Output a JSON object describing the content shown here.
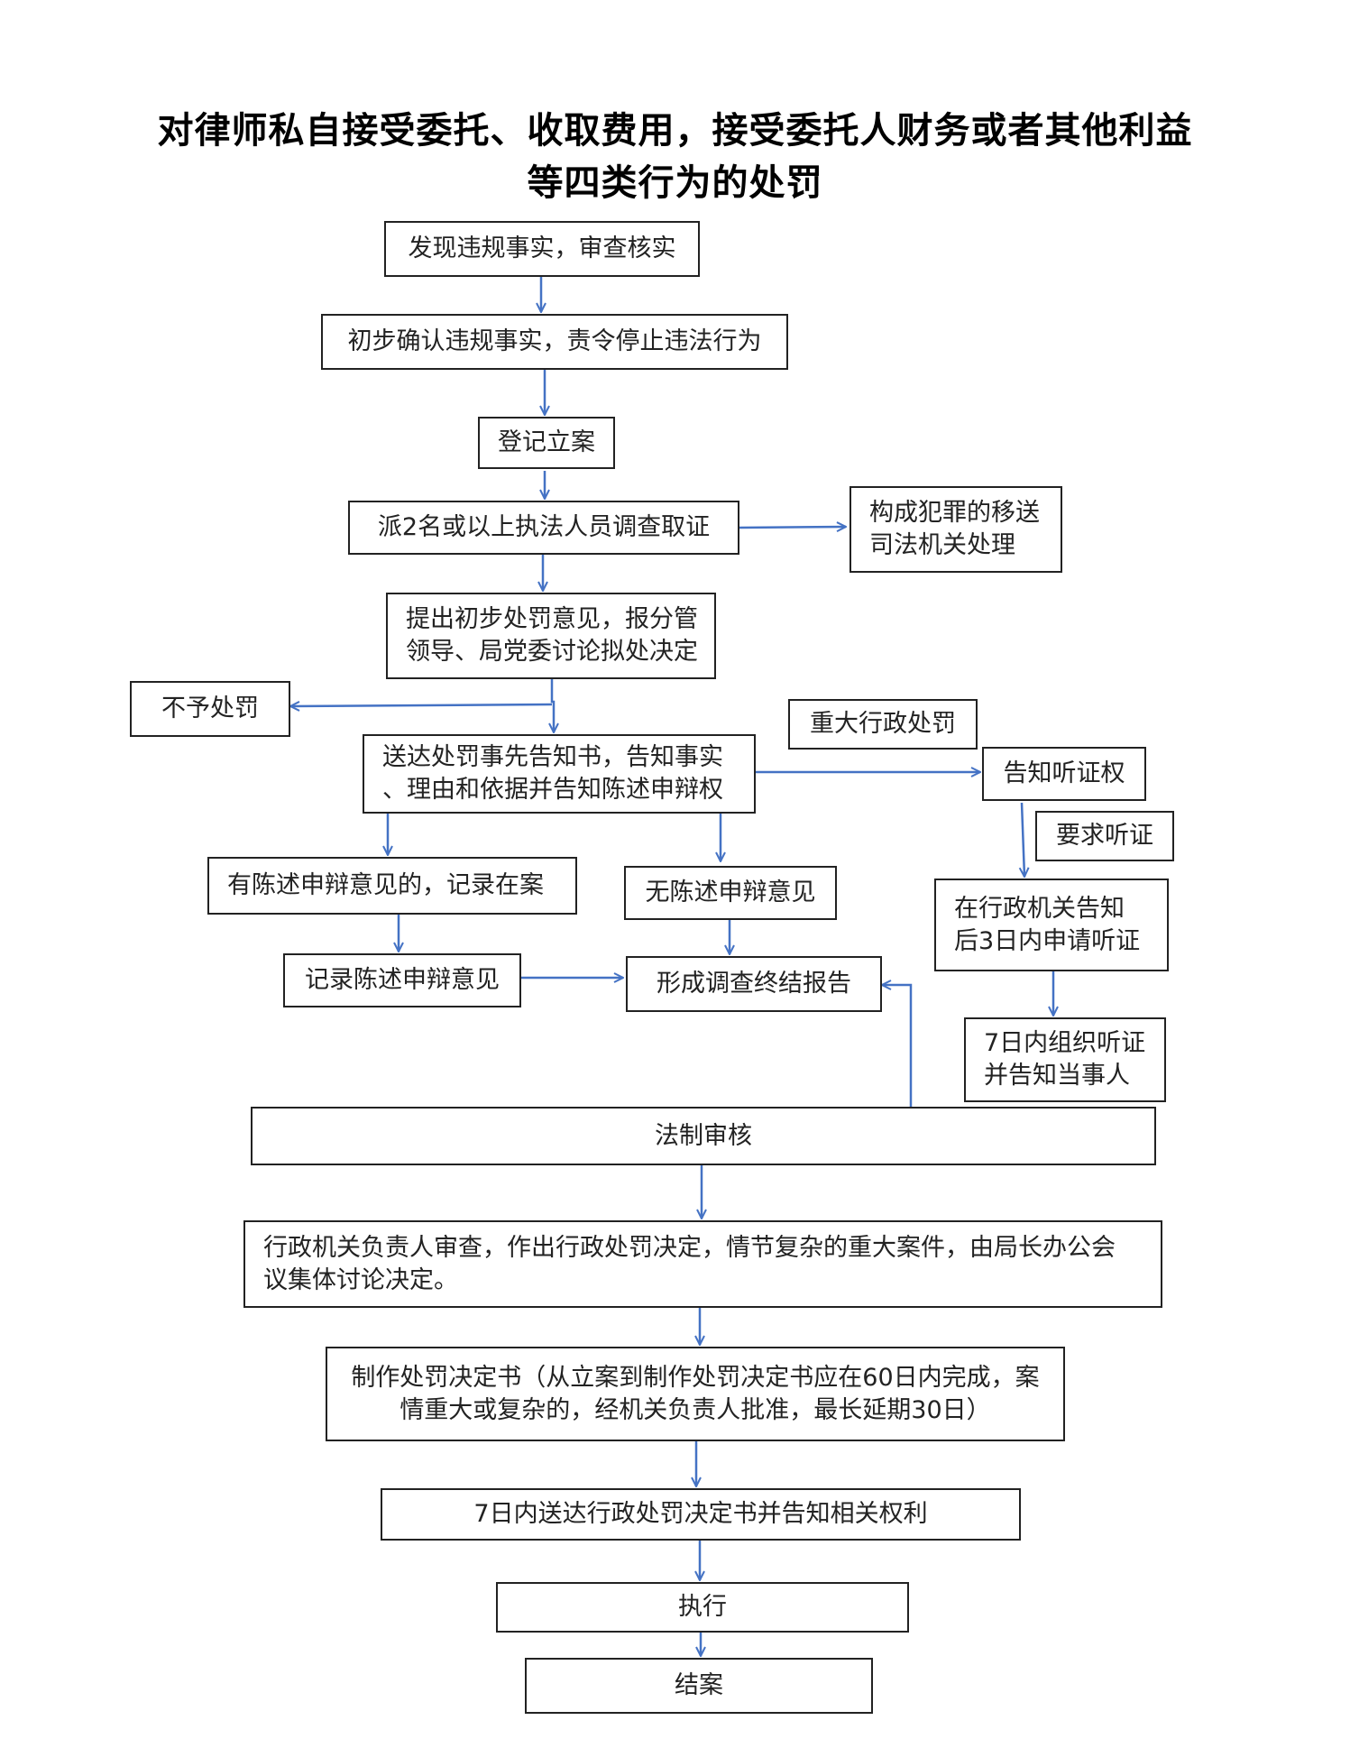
{
  "title": {
    "line1": "对律师私自接受委托、收取费用，接受委托人财务或者其他利益",
    "line2": "等四类行为的处罚"
  },
  "nodes": {
    "discover": "发现违规事实，审查核实",
    "confirm": "初步确认违规事实，责令停止违法行为",
    "register": "登记立案",
    "investigate": "派2名或以上执法人员调查取证",
    "criminal": "构成犯罪的移送\n司法机关处理",
    "proposal": "提出初步处罚意见，报分管\n领导、局党委讨论拟处决定",
    "no_penalty": "不予处罚",
    "major_penalty": "重大行政处罚",
    "notice": "送达处罚事先告知书，告知事实\n、理由和依据并告知陈述申辩权",
    "hearing_right": "告知听证权",
    "request_hearing": "要求听证",
    "has_defense": "有陈述申辩意见的，记录在案",
    "no_defense": "无陈述申辩意见",
    "apply_hearing": "在行政机关告知\n后3日内申请听证",
    "record_defense": "记录陈述申辩意见",
    "final_report": "形成调查终结报告",
    "organize_hearing": "7日内组织听证\n并告知当事人",
    "legal_review": "法制审核",
    "head_review": "行政机关负责人审查，作出行政处罚决定，情节复杂的重大案件，由局长办公会\n议集体讨论决定。",
    "make_decision": "制作处罚决定书（从立案到制作处罚决定书应在60日内完成，案\n情重大或复杂的，经机关负责人批准，最长延期30日）",
    "deliver": "7日内送达行政处罚决定书并告知相关权利",
    "execute": "执行",
    "close": "结案"
  },
  "colors": {
    "arrow": "#4472c4",
    "border": "#222222"
  }
}
